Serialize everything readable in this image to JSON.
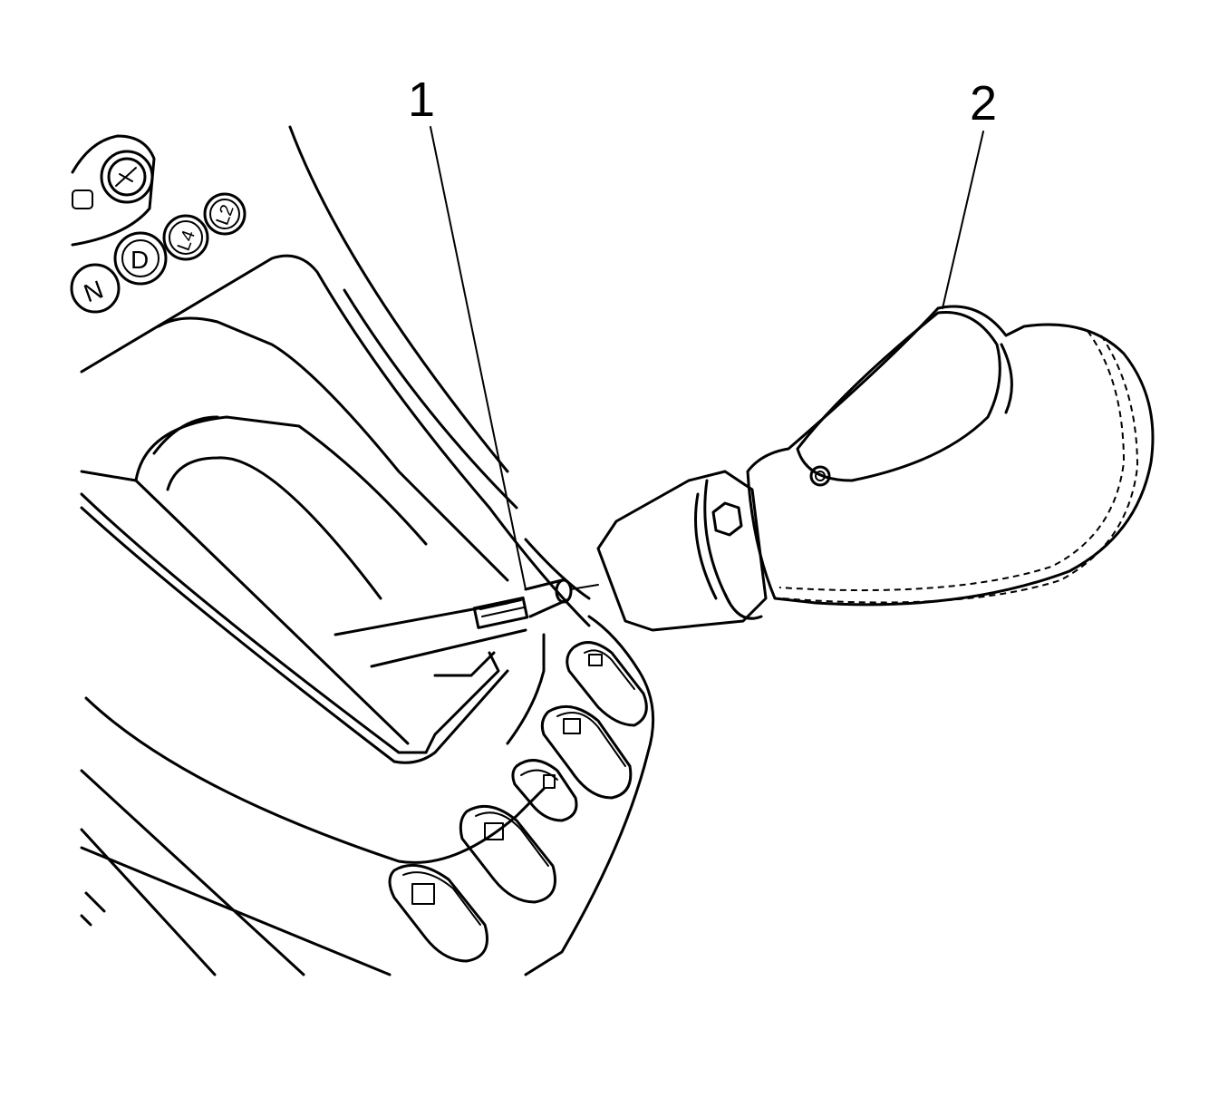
{
  "callouts": [
    {
      "label": "1"
    },
    {
      "label": "2"
    }
  ],
  "gear_positions": [
    "N",
    "D",
    "L4",
    "L2"
  ],
  "icons": [
    "lock-button-icon",
    "window-switch-icon"
  ]
}
